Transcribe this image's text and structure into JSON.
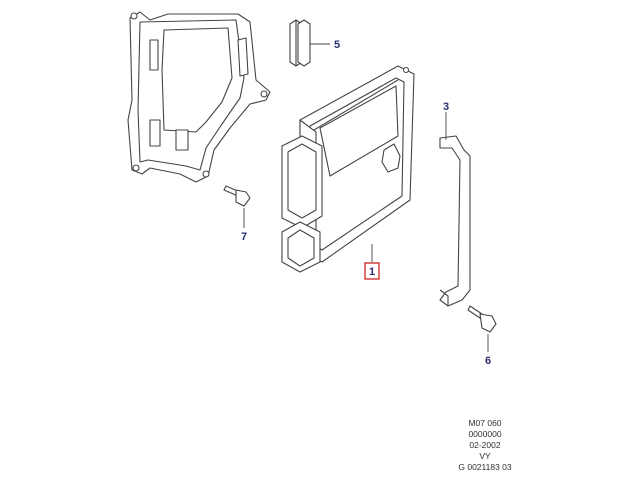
{
  "diagram": {
    "callouts": [
      {
        "id": "1",
        "label": "1",
        "highlighted": true
      },
      {
        "id": "3",
        "label": "3"
      },
      {
        "id": "5",
        "label": "5"
      },
      {
        "id": "6",
        "label": "6"
      },
      {
        "id": "7",
        "label": "7"
      }
    ],
    "reference_block": [
      "M07 060",
      "0000000",
      "02-2002",
      "VY",
      "G 0021183 03"
    ],
    "colors": {
      "line": "#444444",
      "callout_text": "#2a2f6e",
      "highlight_box": "#cc2222",
      "fill": "#ffffff"
    }
  }
}
